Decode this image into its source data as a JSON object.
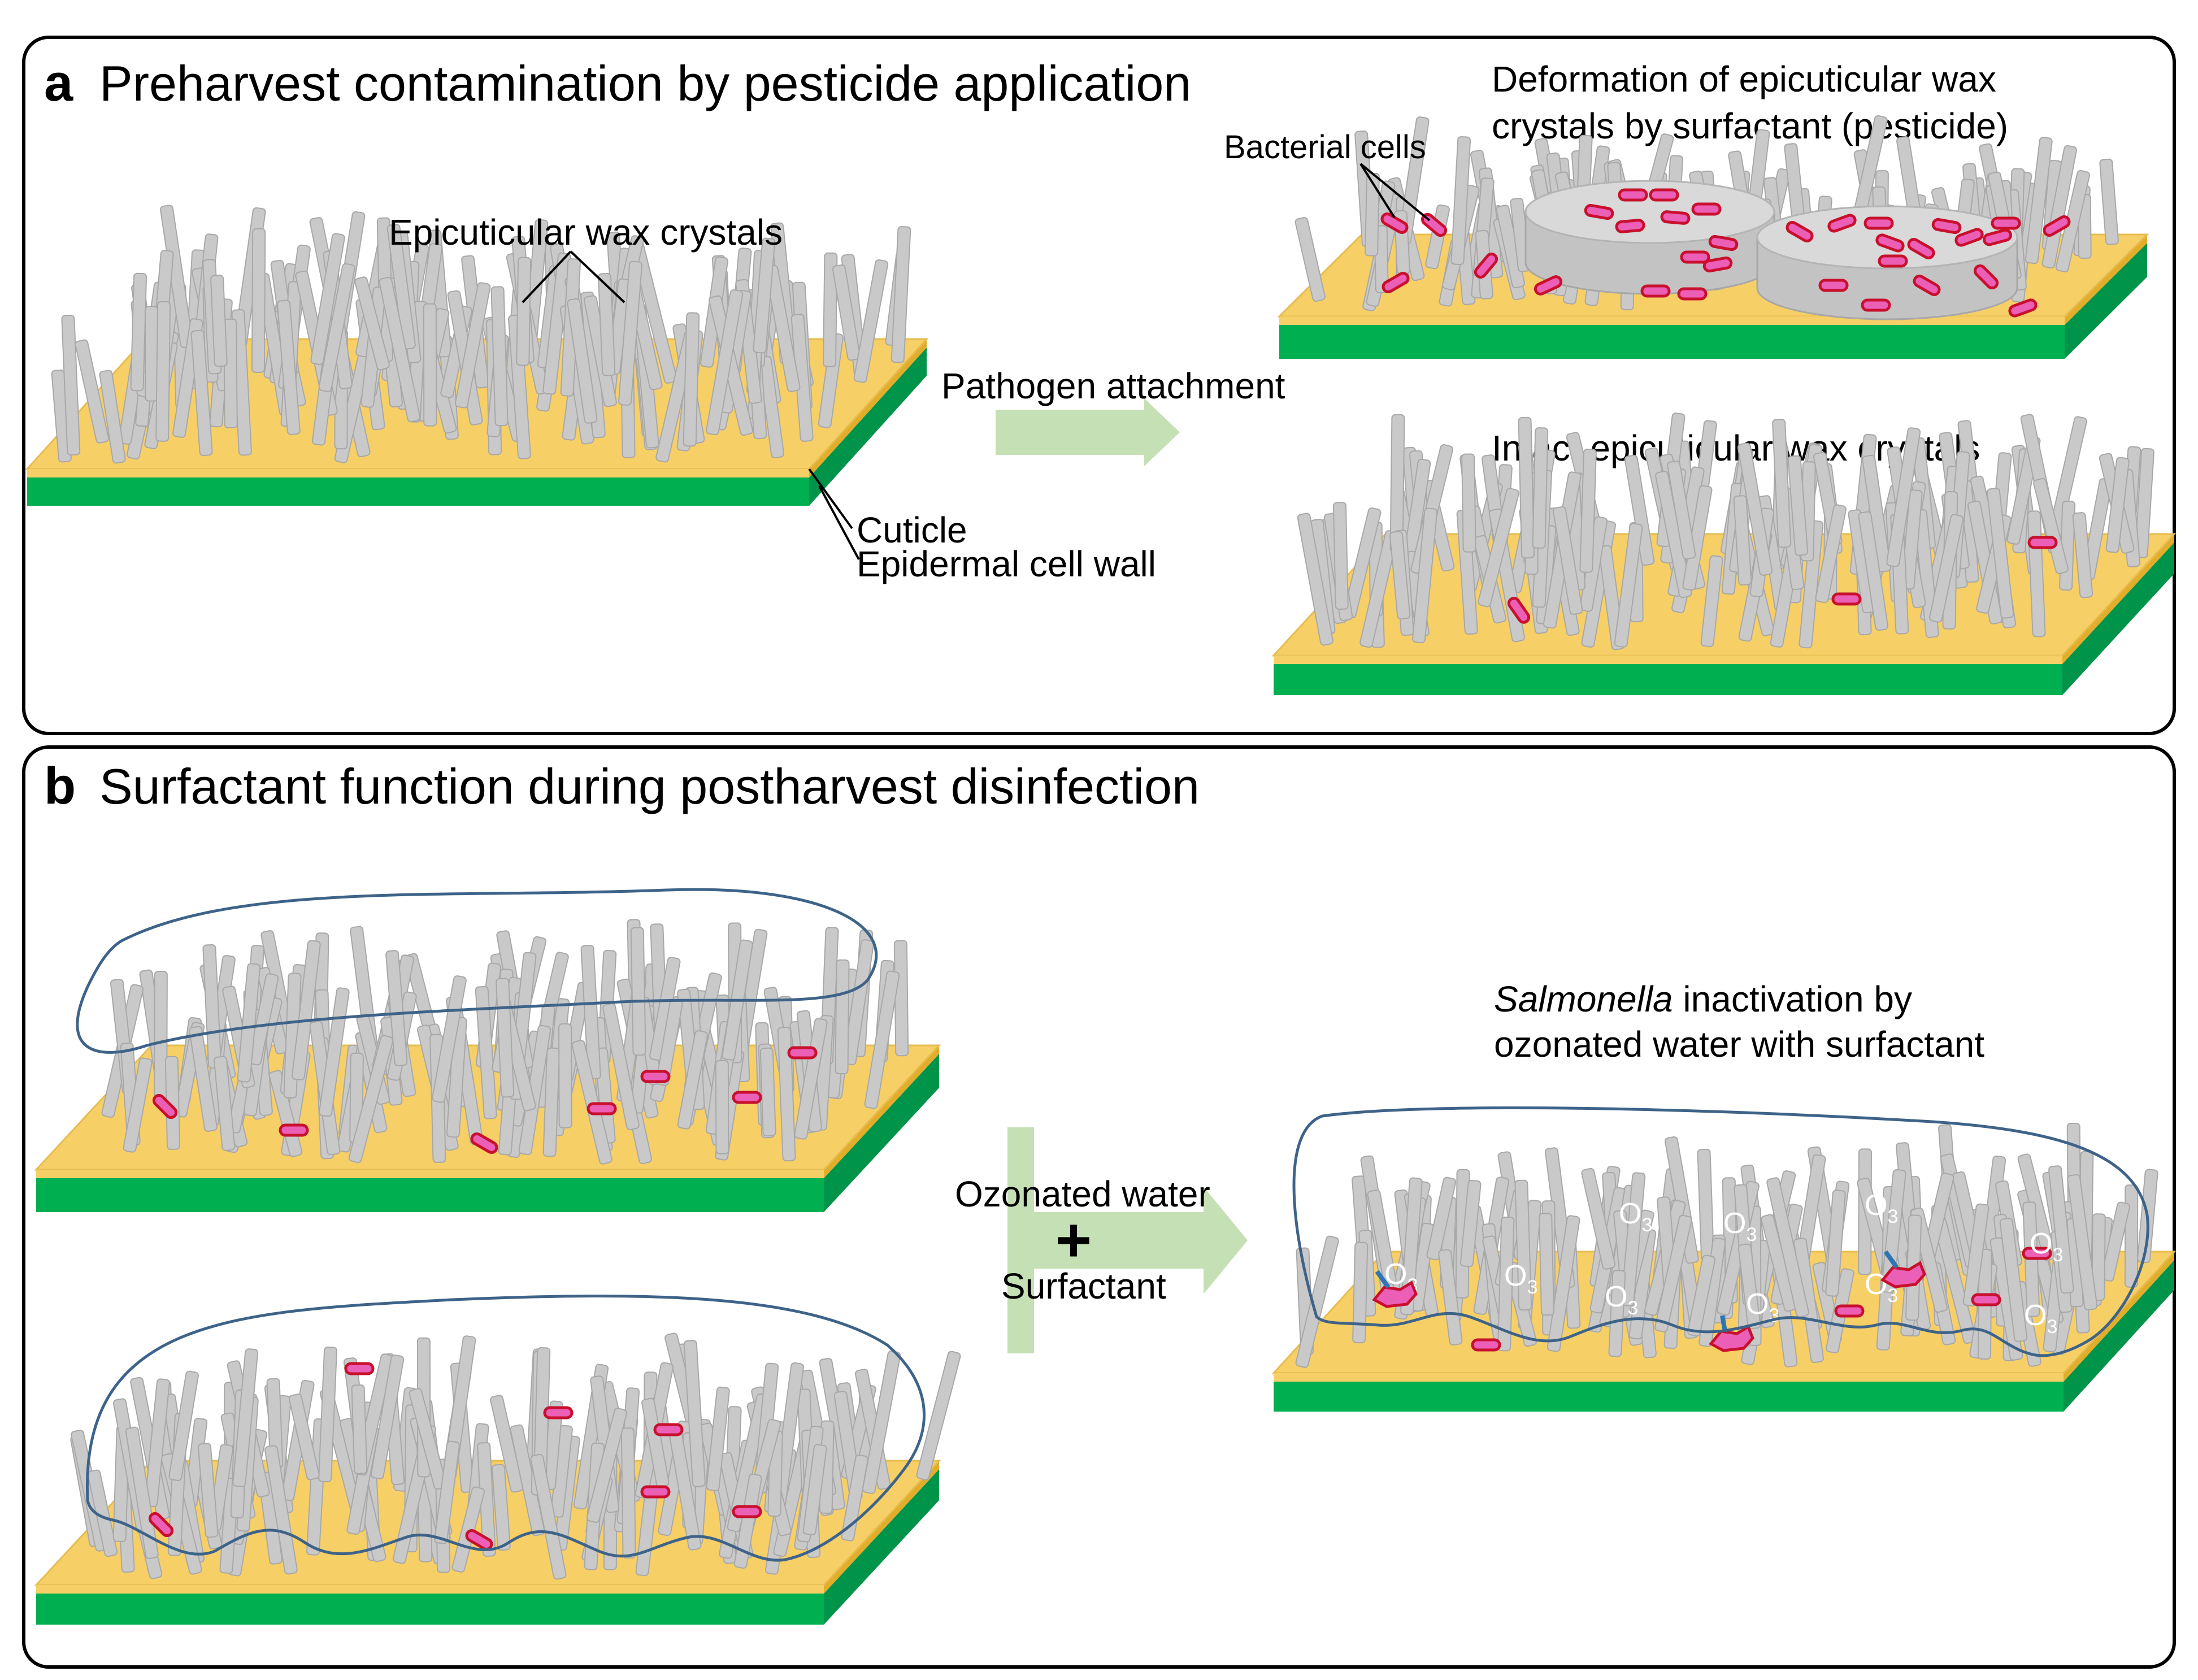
{
  "panel_a": {
    "letter": "a",
    "title": "Preharvest contamination by pesticide application",
    "label_wax": "Epicuticular wax crystals",
    "label_cuticle": "Cuticle",
    "label_cell_wall": "Epidermal cell wall",
    "arrow_label": "Pathogen attachment",
    "deformation_line1": "Deformation of epicuticular wax",
    "deformation_line2": "crystals by surfactant (pesticide)",
    "label_bacteria": "Bacterial cells",
    "label_intact": "Intact epicuticular wax crystals"
  },
  "panel_b": {
    "letter": "b",
    "title": "Surfactant function during postharvest disinfection",
    "treatment_line1": "Ozonated water",
    "treatment_plus": "+",
    "treatment_line2": "Surfactant",
    "result_italic": "Salmonella",
    "result_line1_rest": " inactivation by",
    "result_line2": "ozonated water with surfactant",
    "ozone_symbol": "O",
    "ozone_subscript": "3"
  },
  "colors": {
    "cuticle": "#f6cf67",
    "cell_wall": "#00b050",
    "wax_crystal": "#c9c9c9",
    "bacterium": "#ec5fb7",
    "water_film": "#3e6389",
    "arrow": "#c5e0b4"
  }
}
